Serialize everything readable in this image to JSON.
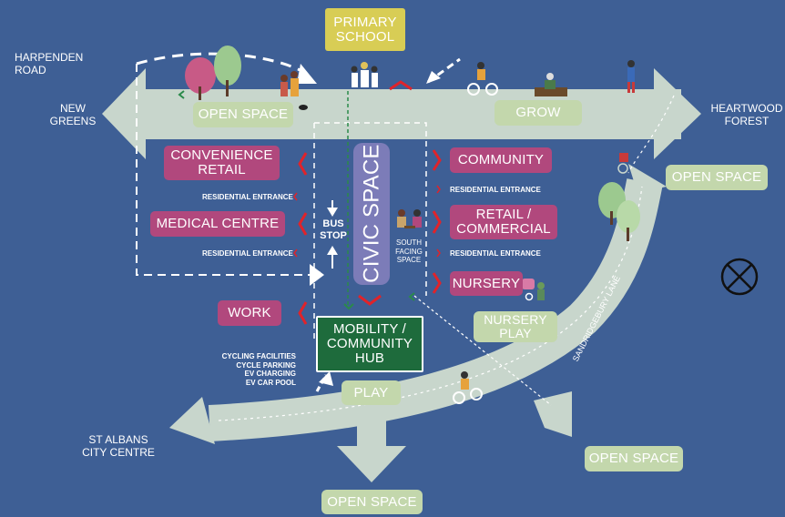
{
  "colors": {
    "background": "#3e5f95",
    "magenta": "#b1487d",
    "green_label": "#c3d7ac",
    "yellow": "#d8cd55",
    "civic": "#7c7cb8",
    "hub": "#1e6b3c",
    "route": "#c8d6cc",
    "moon": "#f2e600",
    "chevron": "#e0232a"
  },
  "labels": {
    "primary_school": "PRIMARY\nSCHOOL",
    "harpenden_road": "HARPENDEN ROAD",
    "new_greens": "NEW\nGREENS",
    "heartwood_forest": "HEARTWOOD\nFOREST",
    "open_space_1": "OPEN SPACE",
    "grow": "GROW",
    "open_space_2": "OPEN SPACE",
    "convenience_retail": "CONVENIENCE\nRETAIL",
    "community": "COMMUNITY",
    "residential_entrance": "RESIDENTIAL ENTRANCE",
    "medical_centre": "MEDICAL CENTRE",
    "bus_stop": "BUS\nSTOP",
    "civic_space": "CIVIC SPACE",
    "south_facing_space": "SOUTH\nFACING\nSPACE",
    "retail_commercial": "RETAIL /\nCOMMERCIAL",
    "nursery": "NURSERY",
    "nursery_play": "NURSERY\nPLAY",
    "work": "WORK",
    "mobility_hub": "MOBILITY /\nCOMMUNITY\nHUB",
    "cycling_facilities": "CYCLING FACILITIES\nCYCLE PARKING\nEV CHARGING\nEV CAR POOL",
    "play": "PLAY",
    "sandridgebury_lane": "SANDRIDGEBURY LANE",
    "st_albans": "ST ALBANS\nCITY CENTRE",
    "open_space_3": "OPEN SPACE",
    "open_space_4": "OPEN SPACE"
  }
}
